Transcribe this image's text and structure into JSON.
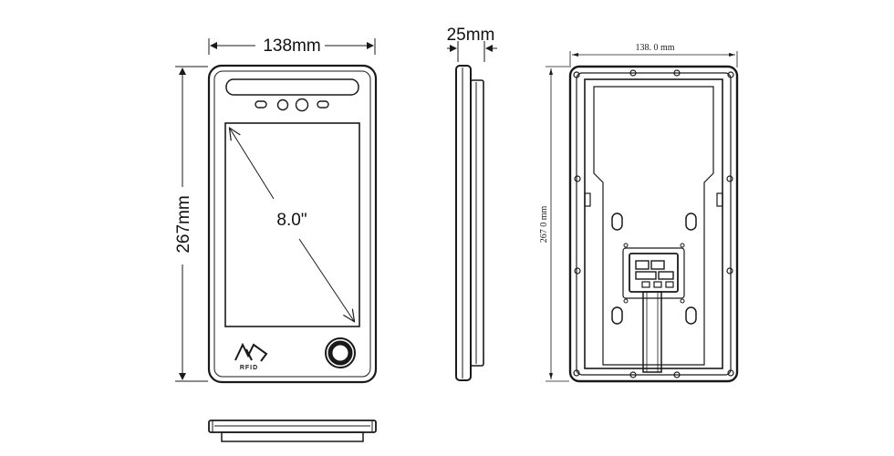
{
  "front_view": {
    "width_label": "138mm",
    "height_label": "267mm",
    "diagonal_label": "8.0\"",
    "logo_text": "RFID"
  },
  "side_view": {
    "depth_label": "25mm"
  },
  "back_view": {
    "width_label": "138. 0  mm",
    "height_label": "267  0  mm"
  },
  "colors": {
    "line": "#1a1a1a",
    "panel_fill": "#ffffff",
    "shade": "#444444"
  }
}
